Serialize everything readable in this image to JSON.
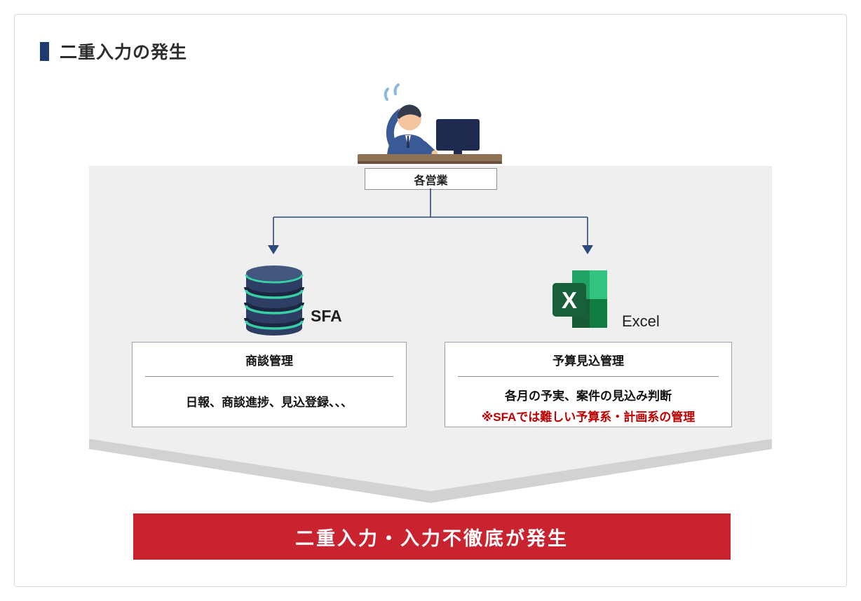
{
  "slide": {
    "title": "二重入力の発生",
    "actor_label": "各営業",
    "sfa": {
      "label": "SFA",
      "box_title": "商談管理",
      "box_body": "日報、商談進捗、見込登録、、、"
    },
    "excel": {
      "label": "Excel",
      "letter": "X",
      "box_title": "予算見込管理",
      "box_line1": "各月の予実、案件の見込み判断",
      "box_line2": "※SFAでは難しい予算系・計画系の管理"
    },
    "banner": "二重入力・入力不徹底が発生"
  },
  "colors": {
    "navy": "#1e3a6e",
    "connector": "#2c4a7c",
    "panel_gray": "#efeff0",
    "chevron_gray": "#d2d2d2",
    "banner_red": "#c8232f",
    "warning_text_red": "#c00000",
    "db_navy": "#2d3d63",
    "db_teal": "#38cfa6",
    "excel_green_dark": "#185c37",
    "excel_green": "#107c41",
    "excel_green_mid": "#21a366",
    "excel_green_light": "#33c481"
  }
}
